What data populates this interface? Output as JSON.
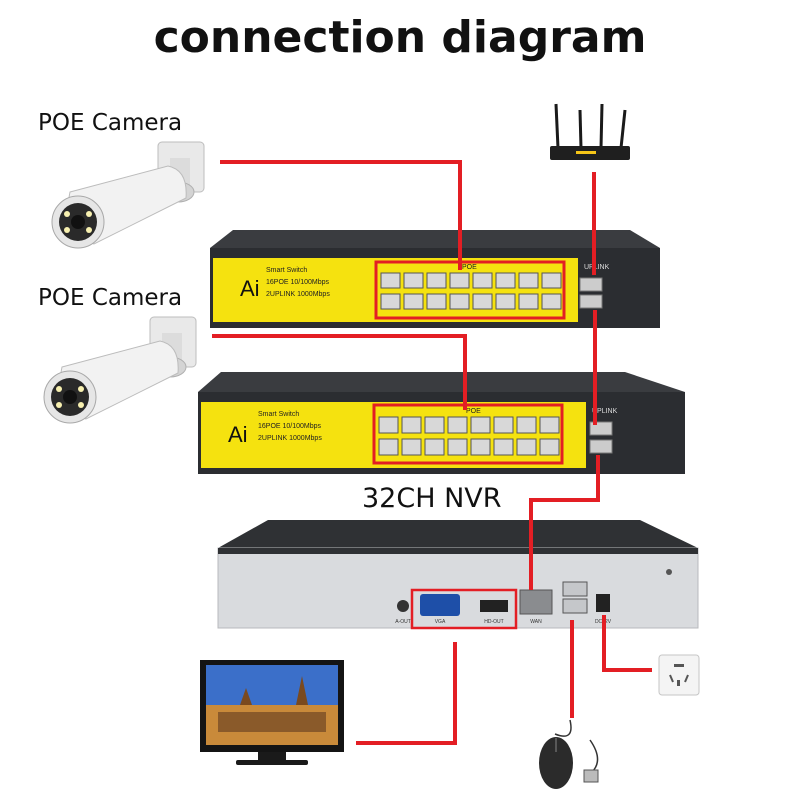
{
  "title": "connection diagram",
  "cameras": [
    {
      "label": "POE Camera"
    },
    {
      "label": "POE Camera"
    }
  ],
  "switches": [
    {
      "brand": "Ai",
      "line1": "Smart Switch",
      "line2": "16POE 10/100Mbps",
      "line3": "2UPLINK 1000Mbps",
      "poe_tag": "POE",
      "uplink_tag": "UPLINK"
    },
    {
      "brand": "Ai",
      "line1": "Smart Switch",
      "line2": "16POE 10/100Mbps",
      "line3": "2UPLINK 1000Mbps",
      "poe_tag": "POE",
      "uplink_tag": "UPLINK"
    }
  ],
  "nvr": {
    "label": "32CH  NVR",
    "ports": {
      "a_out": "A-OUT",
      "vga": "VGA",
      "hd_out": "HD-OUT",
      "wan": "WAN",
      "dc": "DC12V"
    }
  },
  "colors": {
    "cable": "#e31e24",
    "switch_panel": "#f5e20f",
    "device_body": "#2b2d31"
  }
}
